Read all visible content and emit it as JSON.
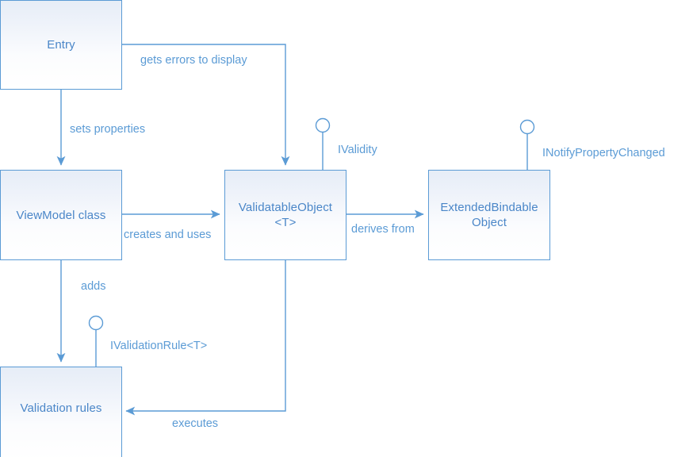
{
  "diagram": {
    "title": "Validation architecture diagram",
    "colors": {
      "line": "#5b9bd5",
      "box_border": "#5b9bd5",
      "box_fill_top": "#e6edf7",
      "box_fill_bottom": "#ffffff",
      "label_text": "#5b9bd5",
      "node_text": "#4a86c8",
      "background": "#ffffff"
    },
    "nodes": [
      {
        "id": "entry",
        "label": "Entry"
      },
      {
        "id": "viewmodel",
        "label": "ViewModel class"
      },
      {
        "id": "validatable",
        "label": "ValidatableObject\n<T>"
      },
      {
        "id": "extended",
        "label": "ExtendedBindable\nObject"
      },
      {
        "id": "rules",
        "label": "Validation rules"
      }
    ],
    "edges": [
      {
        "id": "entry-to-validatable",
        "label": "gets errors to display",
        "from": "entry",
        "to": "validatable"
      },
      {
        "id": "entry-to-viewmodel",
        "label": "sets properties",
        "from": "entry",
        "to": "viewmodel"
      },
      {
        "id": "viewmodel-to-validatable",
        "label": "creates and uses",
        "from": "viewmodel",
        "to": "validatable"
      },
      {
        "id": "validatable-to-extended",
        "label": "derives from",
        "from": "validatable",
        "to": "extended"
      },
      {
        "id": "viewmodel-to-rules",
        "label": "adds",
        "from": "viewmodel",
        "to": "rules"
      },
      {
        "id": "validatable-to-rules",
        "label": "executes",
        "from": "validatable",
        "to": "rules"
      }
    ],
    "interfaces": [
      {
        "id": "ivalidity",
        "label": "IValidity",
        "provided_by": "validatable"
      },
      {
        "id": "inotifypropertychanged",
        "label": "INotifyPropertyChanged",
        "provided_by": "extended"
      },
      {
        "id": "ivalidationrule",
        "label": "IValidationRule<T>",
        "provided_by": "rules"
      }
    ]
  }
}
